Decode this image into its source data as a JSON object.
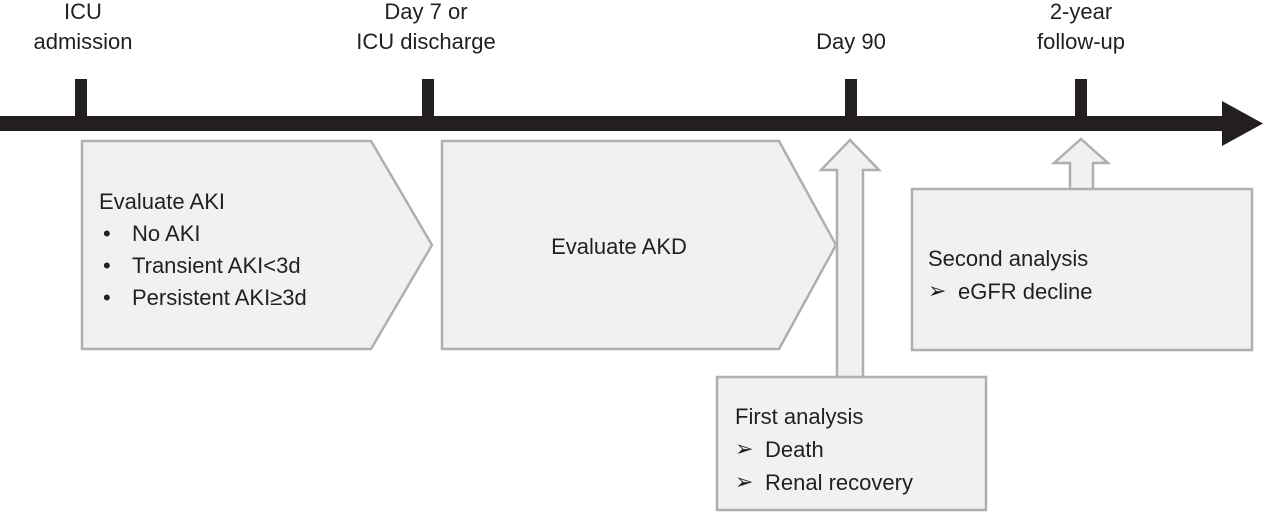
{
  "timeline": {
    "milestones": [
      {
        "id": "icu-admission",
        "label": "ICU\nadmission"
      },
      {
        "id": "day7-discharge",
        "label": "Day 7 or\nICU discharge"
      },
      {
        "id": "day90",
        "label": "Day 90"
      },
      {
        "id": "two-year",
        "label": "2-year\nfollow-up"
      }
    ]
  },
  "stages": {
    "aki": {
      "title": "Evaluate AKI",
      "bullet": "•",
      "items": [
        "No AKI",
        "Transient AKI<3d",
        "Persistent AKI≥3d"
      ]
    },
    "akd": {
      "title": "Evaluate AKD"
    }
  },
  "analyses": {
    "first": {
      "title": "First analysis",
      "bullet": "➢",
      "items": [
        "Death",
        "Renal recovery"
      ]
    },
    "second": {
      "title": "Second analysis",
      "bullet": "➢",
      "items": [
        "eGFR decline"
      ]
    }
  },
  "colors": {
    "timeline": "#231f20",
    "text": "#231f20",
    "shape_fill": "#f1f1f2",
    "shape_border": "#adafb2",
    "background": "#ffffff"
  }
}
